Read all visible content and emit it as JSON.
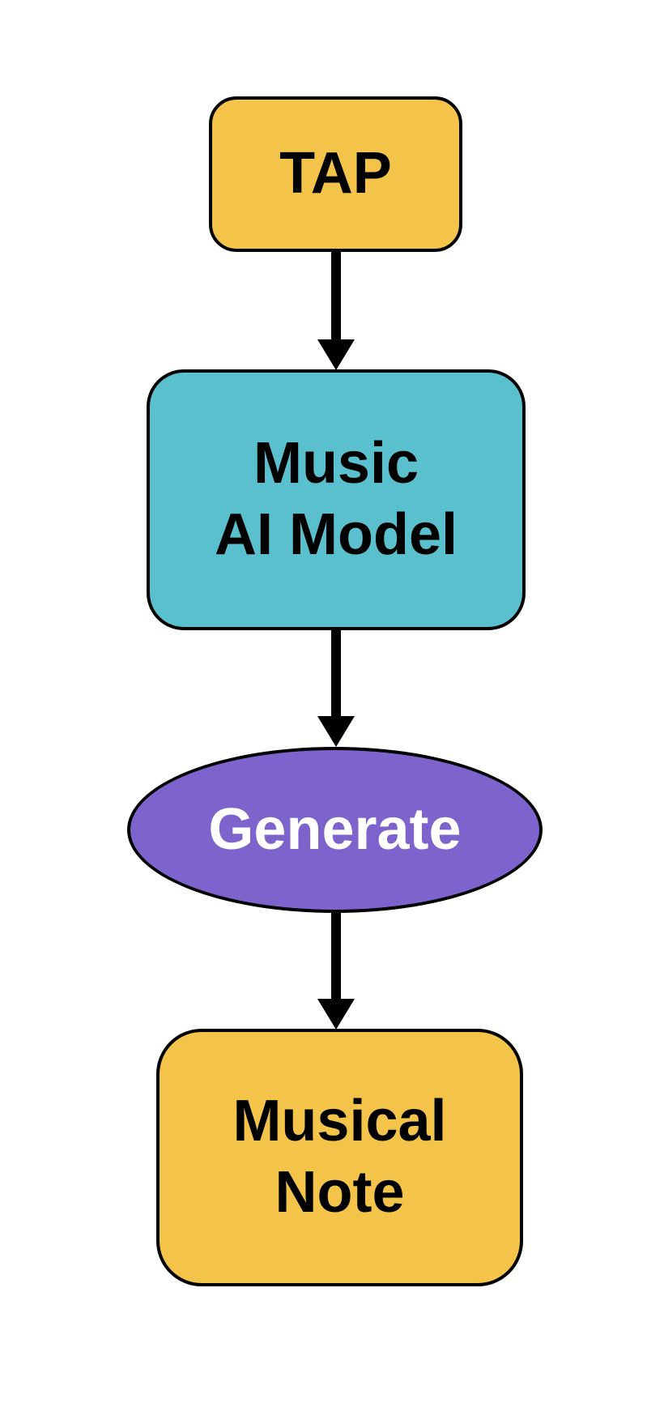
{
  "background": "#FFFFFF",
  "stroke_color": "#000000",
  "arrow_color": "#000000",
  "diagram_type": "flowchart",
  "nodes": [
    {
      "id": "tap",
      "shape": "rounded-rectangle",
      "fill": "#F3C34A",
      "text_color": "#000000",
      "lines": [
        "TAP"
      ]
    },
    {
      "id": "music-ai-model",
      "shape": "rounded-rectangle",
      "fill": "#5BC0CE",
      "text_color": "#000000",
      "lines": [
        "Music",
        "AI Model"
      ]
    },
    {
      "id": "generate",
      "shape": "ellipse",
      "fill": "#7D63CC",
      "text_color": "#FFFFFF",
      "lines": [
        "Generate"
      ]
    },
    {
      "id": "musical-note",
      "shape": "rounded-rectangle",
      "fill": "#F3C34A",
      "text_color": "#000000",
      "lines": [
        "Musical",
        "Note"
      ]
    }
  ],
  "edges": [
    {
      "from": "tap",
      "to": "music-ai-model"
    },
    {
      "from": "music-ai-model",
      "to": "generate"
    },
    {
      "from": "generate",
      "to": "musical-note"
    }
  ]
}
